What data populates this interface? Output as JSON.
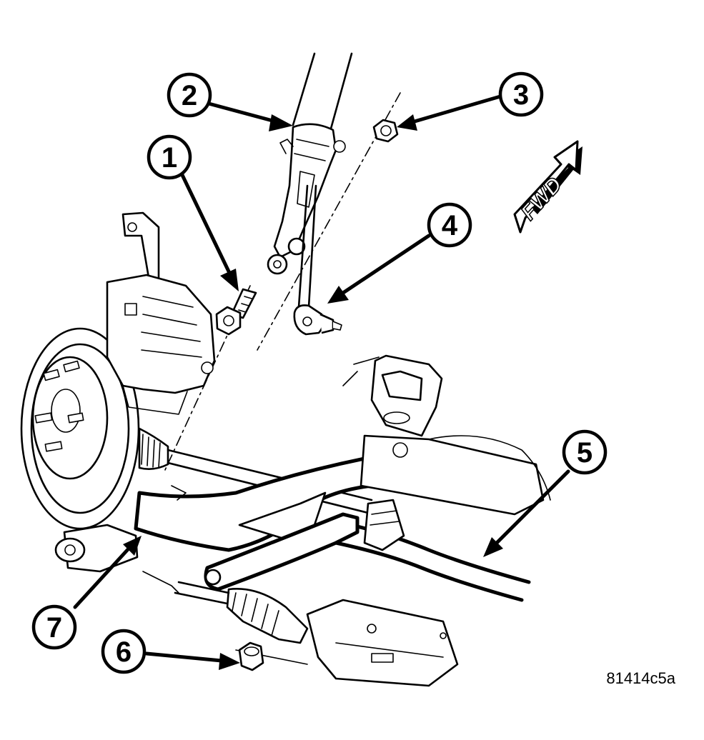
{
  "callouts": [
    {
      "id": "callout-1",
      "number": "1"
    },
    {
      "id": "callout-2",
      "number": "2"
    },
    {
      "id": "callout-3",
      "number": "3"
    },
    {
      "id": "callout-4",
      "number": "4"
    },
    {
      "id": "callout-5",
      "number": "5"
    },
    {
      "id": "callout-6",
      "number": "6"
    },
    {
      "id": "callout-7",
      "number": "7"
    }
  ],
  "direction_label": "FWD",
  "figure_id": "81414c5a",
  "colors": {
    "ink": "#000000",
    "paper": "#ffffff"
  }
}
